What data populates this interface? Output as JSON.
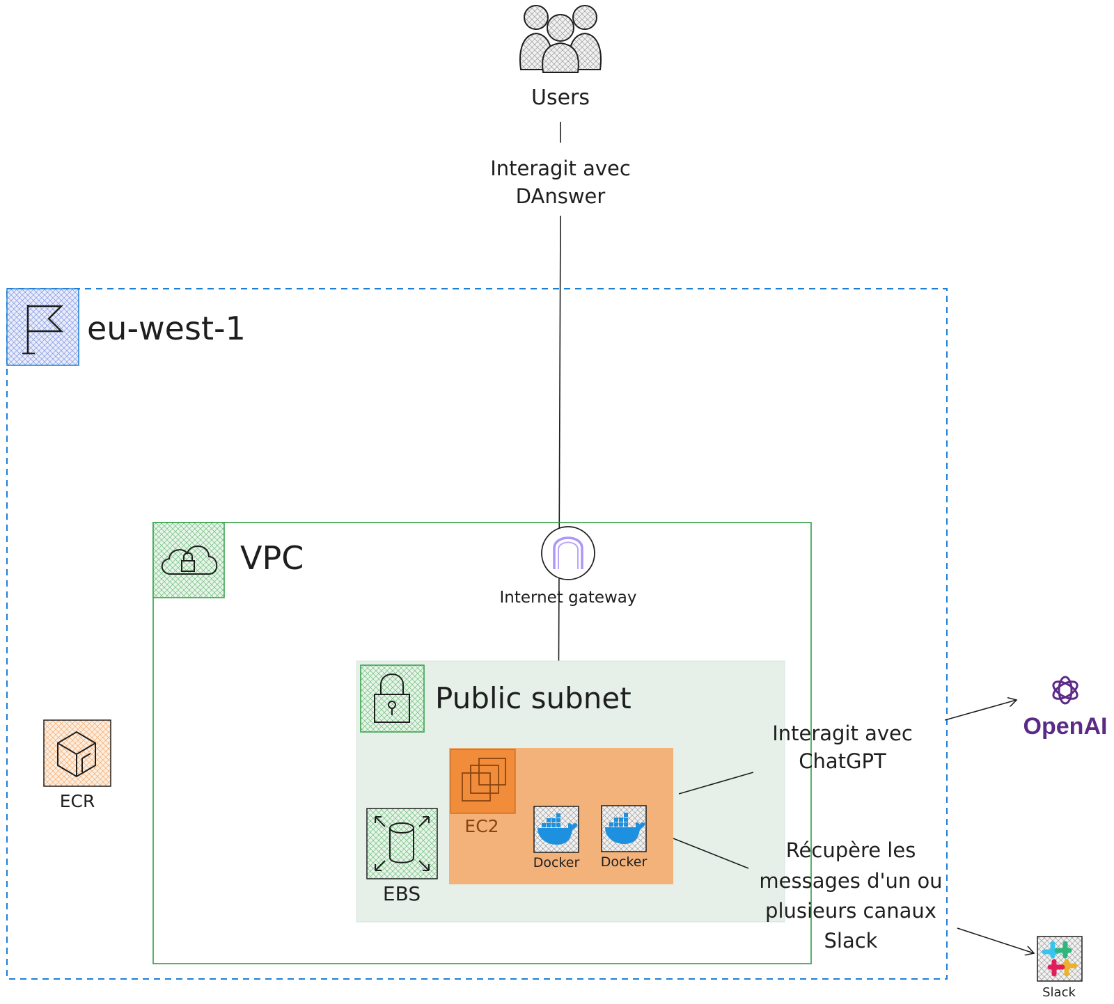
{
  "users": {
    "label": "Users"
  },
  "edge_users": {
    "line1": "Interagit avec",
    "line2": "DAnswer"
  },
  "region": {
    "label": "eu-west-1"
  },
  "vpc": {
    "label": "VPC"
  },
  "gateway": {
    "label": "Internet gateway"
  },
  "subnet": {
    "label": "Public subnet"
  },
  "ecr": {
    "label": "ECR"
  },
  "ebs": {
    "label": "EBS"
  },
  "ec2": {
    "label": "EC2"
  },
  "docker1": {
    "label": "Docker"
  },
  "docker2": {
    "label": "Docker"
  },
  "edge_openai": {
    "line1": "Interagit avec",
    "line2": "ChatGPT"
  },
  "openai": {
    "label": "OpenAI"
  },
  "edge_slack": {
    "line1": "Récupère les",
    "line2": "messages d'un ou",
    "line3": "plusieurs canaux",
    "line4": "Slack"
  },
  "slack": {
    "label": "Slack"
  },
  "colors": {
    "region_border": "#1c7ed6",
    "vpc_border": "#2f9e44",
    "subnet_fill": "#e6f0e8",
    "ec2_fill": "#f3b27a",
    "ec2_icon": "#f08c3a",
    "docker_blue": "#1d91e0",
    "openai_purple": "#5b2a86"
  }
}
